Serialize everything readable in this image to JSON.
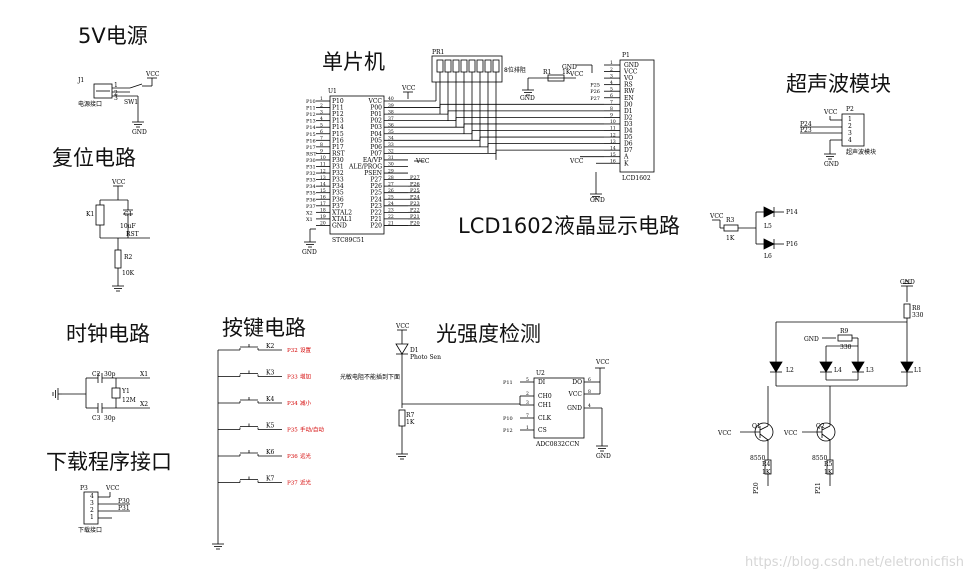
{
  "sections": {
    "power": "5V电源",
    "mcu": "单片机",
    "ultrasonic": "超声波模块",
    "reset": "复位电路",
    "lcd": "LCD1602液晶显示电路",
    "clock": "时钟电路",
    "keys": "按键电路",
    "light": "光强度检测",
    "download": "下载程序接口"
  },
  "watermark": "https://blog.csdn.net/eletronicfish",
  "power": {
    "ref": "J1",
    "label": "电源接口",
    "switch": "SW1",
    "vcc": "VCC",
    "gnd": "GND",
    "pins": [
      "1",
      "2",
      "3"
    ]
  },
  "reset": {
    "vcc": "VCC",
    "key": "K1",
    "cap": "C1",
    "cap_val": "10uF",
    "res": "R2",
    "res_val": "10K",
    "net": "RST"
  },
  "mcu": {
    "ref": "U1",
    "part": "STC89C51",
    "left_pins": [
      "P10",
      "P11",
      "P12",
      "P13",
      "P14",
      "P15",
      "P16",
      "P17",
      "RST",
      "P30",
      "P31",
      "P32",
      "P33",
      "P34",
      "P35",
      "P36",
      "P37",
      "XTAL2",
      "XTAL1",
      "GND"
    ],
    "left_nums": [
      "1",
      "2",
      "3",
      "4",
      "5",
      "6",
      "7",
      "8",
      "9",
      "10",
      "11",
      "12",
      "13",
      "14",
      "15",
      "16",
      "17",
      "18",
      "19",
      "20"
    ],
    "left_nets": [
      "P10",
      "P11",
      "P12",
      "P13",
      "P14",
      "P15",
      "P16",
      "P17",
      "RST",
      "P30",
      "P31",
      "P32",
      "P33",
      "P34",
      "P35",
      "P36",
      "P37",
      "X2",
      "X1",
      ""
    ],
    "right_pins": [
      "VCC",
      "P00",
      "P01",
      "P02",
      "P03",
      "P04",
      "P05",
      "P06",
      "P07",
      "EA/VP",
      "ALE/PROG",
      "PSEN",
      "P27",
      "P26",
      "P25",
      "P24",
      "P23",
      "P22",
      "P21",
      "P20"
    ],
    "right_nums": [
      "40",
      "39",
      "38",
      "37",
      "36",
      "35",
      "34",
      "33",
      "32",
      "31",
      "30",
      "29",
      "28",
      "27",
      "26",
      "25",
      "24",
      "23",
      "22",
      "21"
    ],
    "right_nets": [
      "",
      "",
      "",
      "",
      "",
      "",
      "",
      "",
      "",
      "VCC",
      "",
      "",
      "P27",
      "P26",
      "P25",
      "P24",
      "P23",
      "P22",
      "P21",
      "P20"
    ],
    "vcc": "VCC",
    "gnd": "GND"
  },
  "pr1": {
    "ref": "PR1",
    "label": "8位排阻"
  },
  "lcd": {
    "ref": "P1",
    "part": "LCD1602",
    "pins": [
      "GND",
      "VCC",
      "VO",
      "RS",
      "RW",
      "EN",
      "D0",
      "D1",
      "D2",
      "D3",
      "D4",
      "D5",
      "D6",
      "D7",
      "A",
      "K"
    ],
    "nums": [
      "1",
      "2",
      "3",
      "4",
      "5",
      "6",
      "7",
      "8",
      "9",
      "10",
      "11",
      "12",
      "13",
      "14",
      "15",
      "16"
    ],
    "r1": "R1",
    "r1_val": "1K",
    "nets": [
      "P25",
      "P26",
      "P27"
    ],
    "vcc": "VCC",
    "gnd": "GND"
  },
  "ultrasonic": {
    "ref": "P2",
    "label": "超声波模块",
    "pins": [
      "1",
      "2",
      "3",
      "4"
    ],
    "nets": [
      "P24",
      "P23"
    ],
    "vcc": "VCC",
    "gnd": "GND"
  },
  "leds_small": {
    "vcc": "VCC",
    "res": "R3",
    "res_val": "1K",
    "l5": "L5",
    "l6": "L6",
    "n1": "P14",
    "n2": "P16"
  },
  "clock": {
    "c2": "C2",
    "c2_val": "30p",
    "c3": "C3",
    "c3_val": "30p",
    "y1": "Y1",
    "y1_val": "12M",
    "x1": "X1",
    "x2": "X2"
  },
  "keys": {
    "rows": [
      {
        "ref": "K2",
        "net": "P32",
        "label": "设置"
      },
      {
        "ref": "K3",
        "net": "P33",
        "label": "增加"
      },
      {
        "ref": "K4",
        "net": "P34",
        "label": "减小"
      },
      {
        "ref": "K5",
        "net": "P35",
        "label": "手动/自动"
      },
      {
        "ref": "K6",
        "net": "P36",
        "label": "远光"
      },
      {
        "ref": "K7",
        "net": "P37",
        "label": "近光"
      }
    ]
  },
  "light": {
    "vcc": "VCC",
    "d1": "D1",
    "d1_part": "Photo Sen",
    "note": "光敏电阻不能插到下面",
    "r7": "R7",
    "r7_val": "1K"
  },
  "adc": {
    "ref": "U2",
    "part": "ADC0832CCN",
    "left_pins": [
      "DI",
      "CH0",
      "CH1",
      "CLK",
      "CS"
    ],
    "left_nums": [
      "5",
      "2",
      "3",
      "7",
      "1"
    ],
    "left_nets": [
      "P11",
      "",
      "",
      "P10",
      "P12"
    ],
    "right_pins": [
      "DO",
      "VCC",
      "GND"
    ],
    "right_nums": [
      "6",
      "8",
      "4"
    ],
    "vcc": "VCC",
    "gnd": "GND"
  },
  "download": {
    "ref": "P3",
    "label": "下载接口",
    "pins": [
      "4",
      "3",
      "2",
      "1"
    ],
    "nets": [
      "VCC",
      "P30",
      "P31",
      ""
    ]
  },
  "drivers": {
    "gnd": "GND",
    "r8": "R8",
    "r8_val": "330",
    "r9": "R9",
    "r9_val": "330",
    "leds": [
      "L2",
      "L4",
      "L3",
      "L1"
    ],
    "q1": "Q1",
    "q1_part": "8550",
    "q2": "Q2",
    "q2_part": "8550",
    "r4": "R4",
    "r4_val": "1K",
    "r5": "R5",
    "r5_val": "1K",
    "vcc": "VCC",
    "n1": "P20",
    "n2": "P21"
  }
}
